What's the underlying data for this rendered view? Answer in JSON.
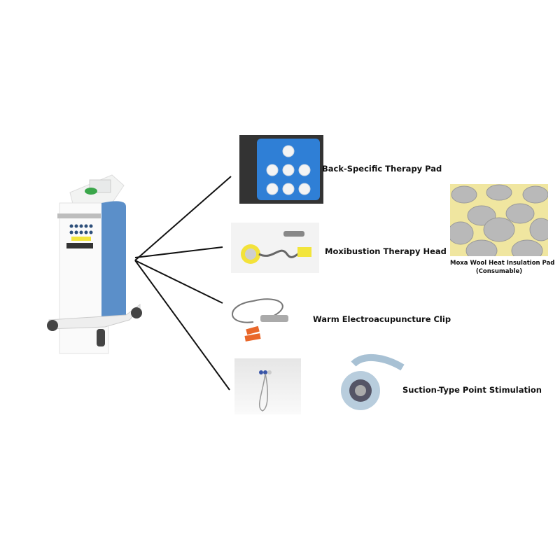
{
  "accessories": [
    {
      "label": "Back-Specific Therapy Pad"
    },
    {
      "label": "Moxibustion Therapy Head"
    },
    {
      "label": "Warm Electroacupuncture Clip"
    },
    {
      "label": "Suction-Type Point Stimulation"
    }
  ],
  "consumable": {
    "label_line1": "Moxa Wool Heat Insulation Pad",
    "label_line2": "(Consumable)"
  },
  "colors": {
    "device_blue": "#5b8fc9",
    "pad_blue": "#2f7fd6",
    "line": "#111111"
  }
}
